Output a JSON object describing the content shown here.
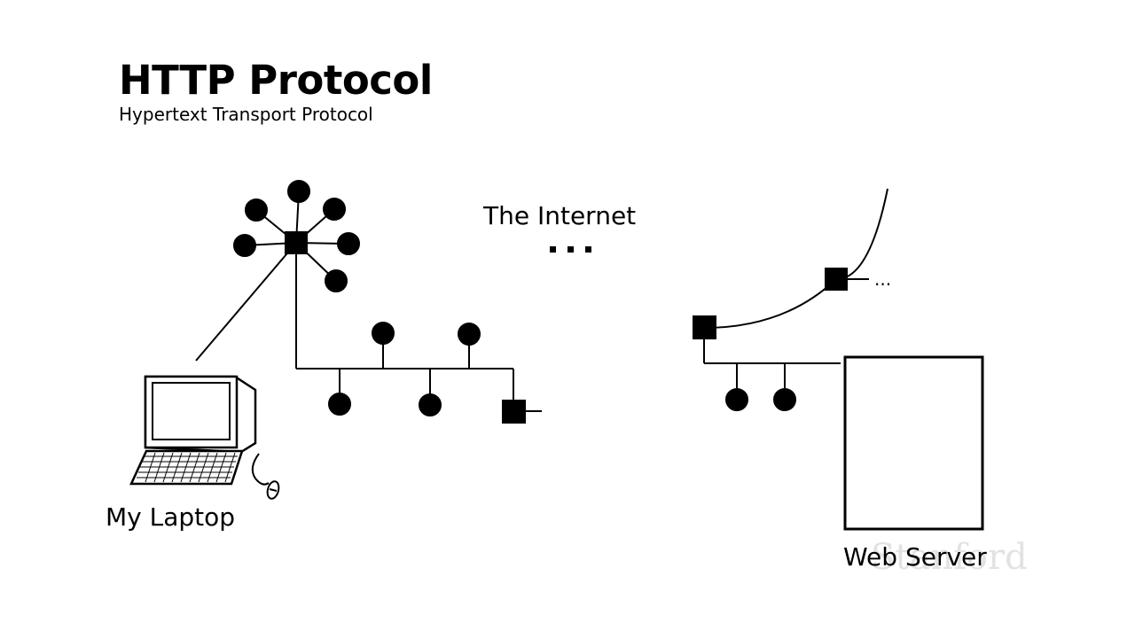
{
  "slide": {
    "title": "HTTP Protocol",
    "subtitle": "Hypertext Transport Protocol"
  },
  "labels": {
    "internet": "The Internet",
    "laptop": "My Laptop",
    "server": "Web Server",
    "remote_more": "..."
  },
  "watermark": "Stanford",
  "colors": {
    "ink": "#000000",
    "background": "#ffffff",
    "watermark": "#969696"
  },
  "icons": {
    "ellipsis": "ellipsis-icon",
    "laptop": "laptop-icon",
    "mouse": "mouse-icon",
    "server": "server-box-icon"
  }
}
